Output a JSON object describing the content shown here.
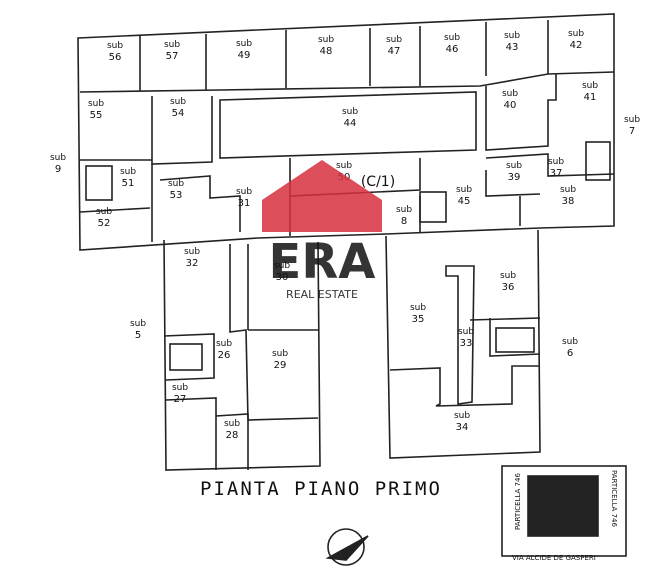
{
  "plan": {
    "title": "PIANTA PIANO PRIMO",
    "sub_label": "sub",
    "units": [
      {
        "id": "56",
        "n": "56"
      },
      {
        "id": "57",
        "n": "57"
      },
      {
        "id": "49",
        "n": "49"
      },
      {
        "id": "48",
        "n": "48"
      },
      {
        "id": "47",
        "n": "47"
      },
      {
        "id": "46",
        "n": "46"
      },
      {
        "id": "43",
        "n": "43"
      },
      {
        "id": "42",
        "n": "42"
      },
      {
        "id": "55",
        "n": "55"
      },
      {
        "id": "54",
        "n": "54"
      },
      {
        "id": "44",
        "n": "44"
      },
      {
        "id": "40",
        "n": "40"
      },
      {
        "id": "41",
        "n": "41"
      },
      {
        "id": "50",
        "n": "50"
      },
      {
        "id": "51",
        "n": "51"
      },
      {
        "id": "53",
        "n": "53"
      },
      {
        "id": "31",
        "n": "31"
      },
      {
        "id": "39",
        "n": "39"
      },
      {
        "id": "37",
        "n": "37"
      },
      {
        "id": "45",
        "n": "45"
      },
      {
        "id": "38",
        "n": "38"
      },
      {
        "id": "52",
        "n": "52"
      },
      {
        "id": "8",
        "n": "8"
      },
      {
        "id": "9",
        "n": "9"
      },
      {
        "id": "7",
        "n": "7"
      },
      {
        "id": "32",
        "n": "32"
      },
      {
        "id": "30",
        "n": "30"
      },
      {
        "id": "35",
        "n": "35"
      },
      {
        "id": "36",
        "n": "36"
      },
      {
        "id": "33",
        "n": "33"
      },
      {
        "id": "5",
        "n": "5"
      },
      {
        "id": "6",
        "n": "6"
      },
      {
        "id": "26",
        "n": "26"
      },
      {
        "id": "29",
        "n": "29"
      },
      {
        "id": "27",
        "n": "27"
      },
      {
        "id": "34",
        "n": "34"
      },
      {
        "id": "28",
        "n": "28"
      }
    ],
    "annotation": "(C/1)"
  },
  "watermark": {
    "brand": "ERA",
    "tagline": "REAL ESTATE",
    "color": "#d62f3c",
    "blue": "#1f3d8a"
  },
  "cadastral_box": {
    "left_label": "PARTICELLA 746",
    "right_label": "PARTICELLA 746",
    "street": "VIA ALCIDE DE GASPERI"
  }
}
